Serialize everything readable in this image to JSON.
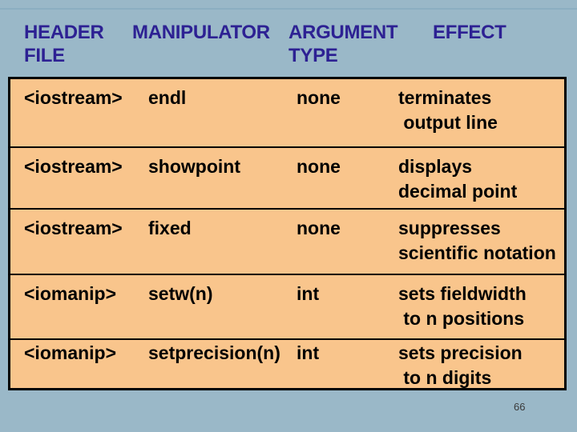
{
  "slide": {
    "background_color": "#9ab8c8",
    "page_number": "66",
    "header": {
      "text_color": "#2d2193",
      "columns": [
        {
          "label": "HEADER\nFILE"
        },
        {
          "label": "MANIPULATOR"
        },
        {
          "label": "ARGUMENT\nTYPE"
        },
        {
          "label": "EFFECT"
        }
      ]
    },
    "table": {
      "background_color": "#f9c58c",
      "border_color": "#000000",
      "text_color": "#000000",
      "rows": [
        {
          "header_file": "<iostream>",
          "manipulator": "endl",
          "argument_type": "none",
          "effect": "terminates\n output line"
        },
        {
          "header_file": "<iostream>",
          "manipulator": "showpoint",
          "argument_type": "none",
          "effect": "displays\ndecimal point"
        },
        {
          "header_file": "<iostream>",
          "manipulator": "fixed",
          "argument_type": "none",
          "effect": "suppresses\nscientific notation"
        },
        {
          "header_file": "<iomanip>",
          "manipulator": "setw(n)",
          "argument_type": "int",
          "effect": "sets fieldwidth\n to n positions"
        },
        {
          "header_file": "<iomanip>",
          "manipulator": "setprecision(n)",
          "argument_type": "int",
          "effect": "sets precision\n to n digits"
        }
      ]
    }
  }
}
